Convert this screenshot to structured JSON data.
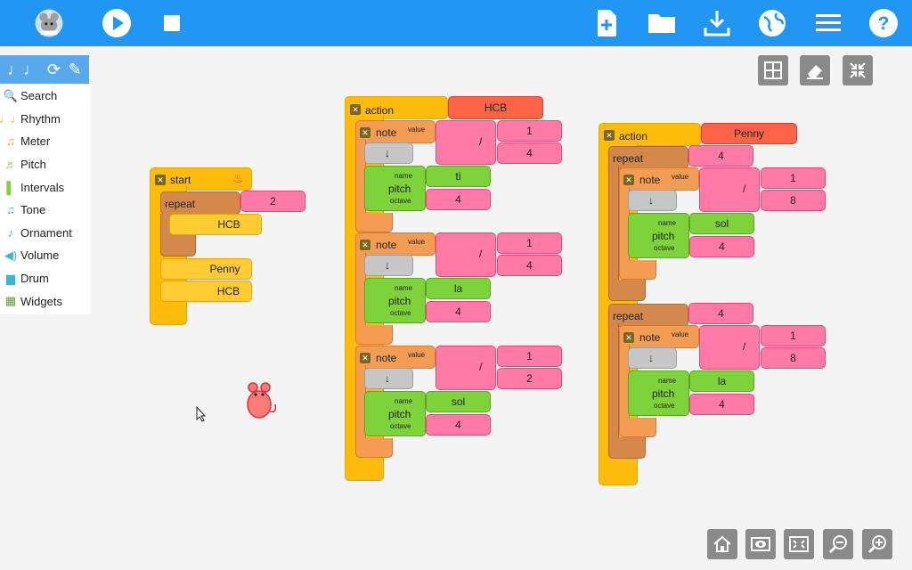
{
  "palette": {
    "items": [
      {
        "label": "Search",
        "icon": "search-icon"
      },
      {
        "label": "Rhythm",
        "icon": "rhythm-icon"
      },
      {
        "label": "Meter",
        "icon": "meter-icon"
      },
      {
        "label": "Pitch",
        "icon": "pitch-icon"
      },
      {
        "label": "Intervals",
        "icon": "intervals-icon"
      },
      {
        "label": "Tone",
        "icon": "tone-icon"
      },
      {
        "label": "Ornament",
        "icon": "ornament-icon"
      },
      {
        "label": "Volume",
        "icon": "volume-icon"
      },
      {
        "label": "Drum",
        "icon": "drum-icon"
      },
      {
        "label": "Widgets",
        "icon": "widgets-icon"
      }
    ]
  },
  "start": {
    "label": "start",
    "repeat_label": "repeat",
    "repeat_count": "2",
    "repeat_action": "HCB",
    "action1": "Penny",
    "action2": "HCB"
  },
  "hcb": {
    "action_label": "action",
    "name": "HCB",
    "notes": [
      {
        "label": "note",
        "value_label": "value",
        "num": "1",
        "den": "4",
        "div": "/",
        "arrow": "↓",
        "name_label": "name",
        "pitch_label": "pitch",
        "octave_label": "octave",
        "pitch": "ti",
        "octave": "4"
      },
      {
        "label": "note",
        "value_label": "value",
        "num": "1",
        "den": "4",
        "div": "/",
        "arrow": "↓",
        "name_label": "name",
        "pitch_label": "pitch",
        "octave_label": "octave",
        "pitch": "la",
        "octave": "4"
      },
      {
        "label": "note",
        "value_label": "value",
        "num": "1",
        "den": "2",
        "div": "/",
        "arrow": "↓",
        "name_label": "name",
        "pitch_label": "pitch",
        "octave_label": "octave",
        "pitch": "sol",
        "octave": "4"
      }
    ]
  },
  "penny": {
    "action_label": "action",
    "name": "Penny",
    "repeats": [
      {
        "label": "repeat",
        "count": "4",
        "note": {
          "label": "note",
          "value_label": "value",
          "num": "1",
          "den": "8",
          "div": "/",
          "arrow": "↓",
          "name_label": "name",
          "pitch_label": "pitch",
          "octave_label": "octave",
          "pitch": "sol",
          "octave": "4"
        }
      },
      {
        "label": "repeat",
        "count": "4",
        "note": {
          "label": "note",
          "value_label": "value",
          "num": "1",
          "den": "8",
          "div": "/",
          "arrow": "↓",
          "name_label": "name",
          "pitch_label": "pitch",
          "octave_label": "octave",
          "pitch": "la",
          "octave": "4"
        }
      }
    ]
  },
  "colors": {
    "toolbar": "#2196f3",
    "action": "#fdbb0c",
    "note": "#f39c54",
    "pitch": "#7ed23a",
    "number": "#ff7aa6",
    "name": "#ff6347"
  }
}
